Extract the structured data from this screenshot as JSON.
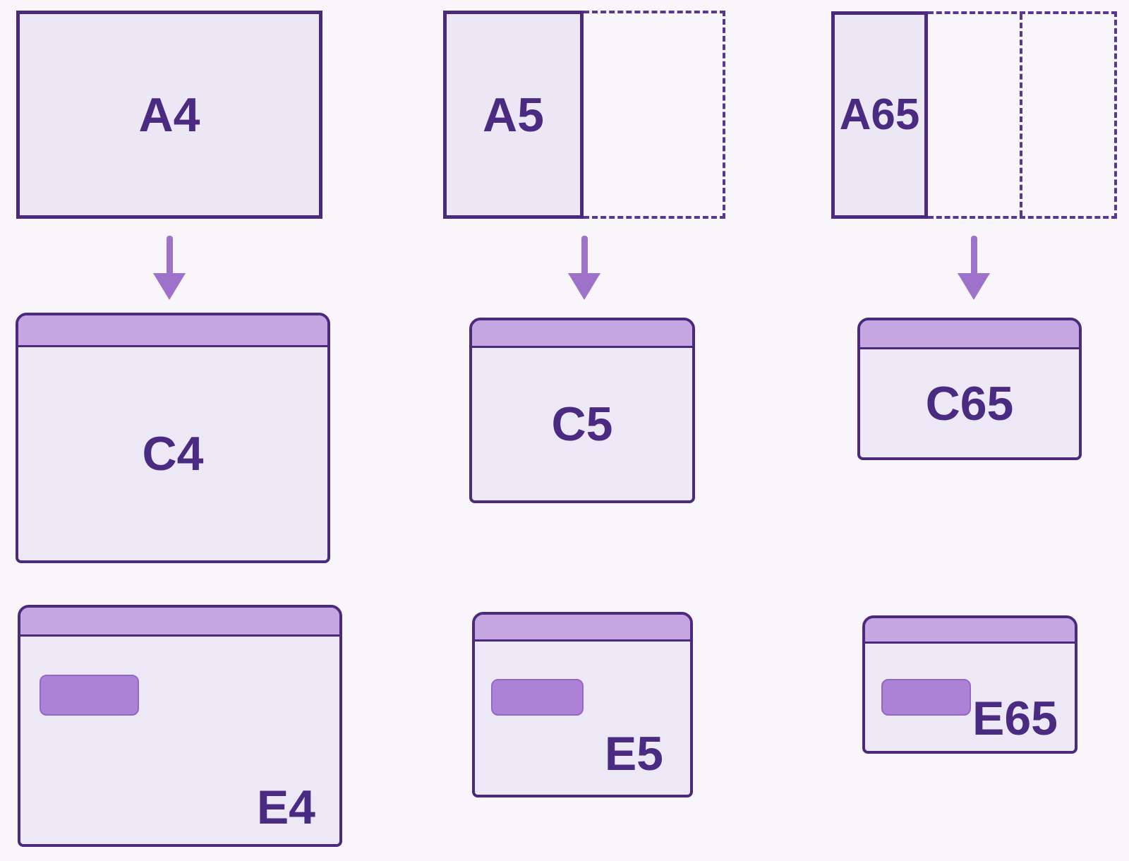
{
  "palette": {
    "page_bg": "#f8f6fa",
    "paper_fill": "#ece7f4",
    "outline": "#4b2a7e",
    "dashed_outline": "#583693",
    "envelope_fill": "#ede8f6",
    "flap_fill": "#c6a6e1",
    "window_fill": "#ab82d6",
    "window_border": "#9467c4",
    "label_text": "#4b2a82",
    "arrow": "#9e72ca"
  },
  "columns": [
    {
      "paper_label": "A4",
      "dashed_fold_sections": 0,
      "envelope_label": "C4",
      "window_envelope_label": "E4"
    },
    {
      "paper_label": "A5",
      "dashed_fold_sections": 1,
      "envelope_label": "C5",
      "window_envelope_label": "E5"
    },
    {
      "paper_label": "A65",
      "dashed_fold_sections": 2,
      "envelope_label": "C65",
      "window_envelope_label": "E65"
    }
  ]
}
